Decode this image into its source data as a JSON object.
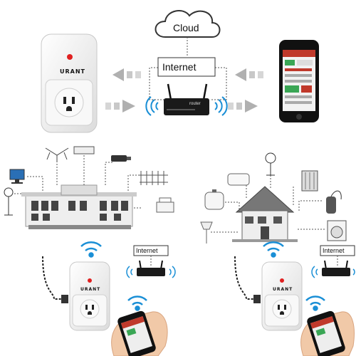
{
  "top": {
    "cloud_label": "Cloud",
    "internet_label": "Internet",
    "router_label": "router",
    "plug_brand": "URANT"
  },
  "bottom_left": {
    "internet_label": "Internet",
    "plug_brand": "URANT"
  },
  "bottom_right": {
    "internet_label": "Internet",
    "plug_brand": "URANT"
  },
  "colors": {
    "wifi_blue": "#1a8fd6",
    "arrow_gray": "#b8b8b8",
    "plug_white": "#f4f4f4",
    "led_red": "#e02020",
    "phone_black": "#111111",
    "app_red": "#c0392b",
    "app_green": "#3aa655"
  }
}
